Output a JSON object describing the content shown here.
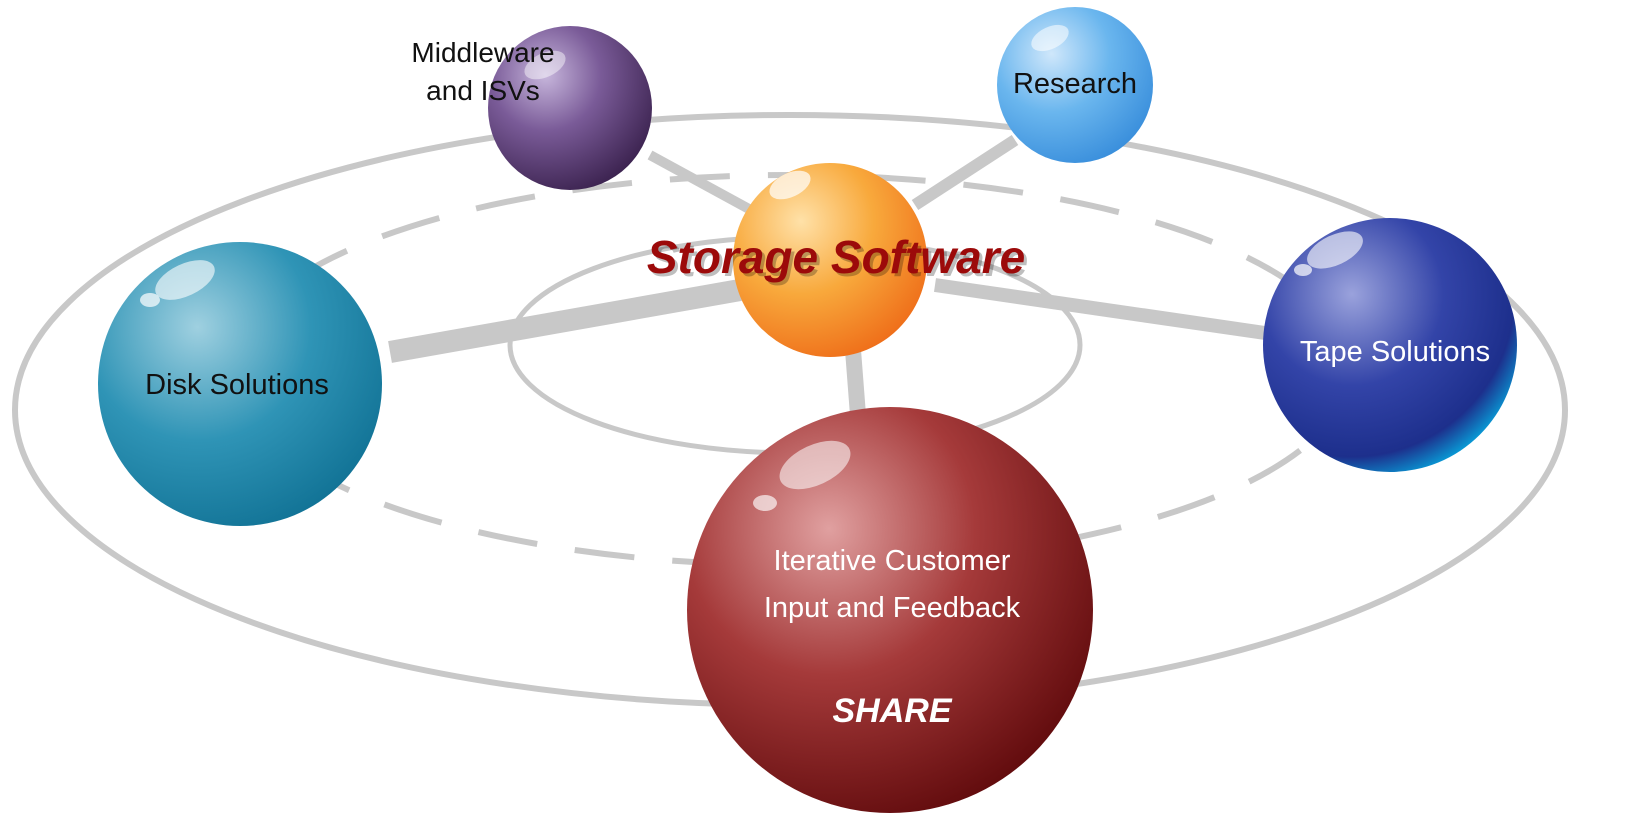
{
  "center": {
    "label": "Storage Software"
  },
  "nodes": {
    "middleware": {
      "line1": "Middleware",
      "line2": "and ISVs"
    },
    "research": {
      "label": "Research"
    },
    "disk": {
      "label": "Disk Solutions"
    },
    "tape": {
      "label": "Tape Solutions"
    },
    "share": {
      "line1": "Iterative Customer",
      "line2": "Input and Feedback",
      "tag": "SHARE"
    }
  },
  "colors": {
    "ring": "#c8c8c8",
    "center_title": "#9c0a0a",
    "middleware_sphere": "#5e3f7a",
    "research_sphere": "#5aaee8",
    "storage_sphere": "#f7a030",
    "disk_sphere": "#2a8fb0",
    "tape_sphere": "#2a3f9e",
    "share_sphere": "#7a0f10"
  }
}
